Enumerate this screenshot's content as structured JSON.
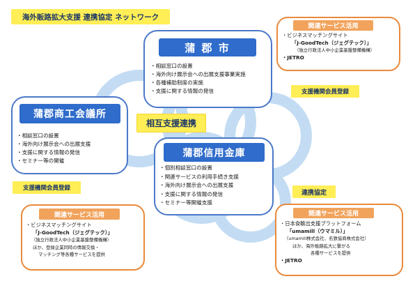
{
  "header": {
    "title": "海外販路拡大支援 連携協定 ネットワーク"
  },
  "center": {
    "label": "相互支援連携"
  },
  "city": {
    "title": "蒲 郡 市",
    "items": [
      "相談窓口の設置",
      "海外向け展示会への出展支援事業実施",
      "各種補助制度の実施",
      "支援に関する情報の発信"
    ]
  },
  "chamber": {
    "title": "蒲郡商工会議所",
    "items": [
      "相談窓口の設置",
      "海外向け展示会への出展支援",
      "支援に関する情報の発信",
      "セミナー等の開催"
    ]
  },
  "bank": {
    "title": "蒲郡信用金庫",
    "items": [
      "個別相談窓口の設置",
      "関連サービスの利用手続き支援",
      "海外向け展示会への出展支援",
      "支援に関する情報の発信",
      "セミナー等開催支援"
    ]
  },
  "labels": {
    "member_right": "支援機関会員登録",
    "member_left": "支援機関会員登録",
    "partnership": "連携協定"
  },
  "service_top_right": {
    "title": "関連サービス活用",
    "line1": "・ビジネスマッチングサイト",
    "line2": "「J-GoodTech（ジェグテック）」",
    "line3": "（独立行政法人中小企業基盤整備機構）",
    "line4": "・JETRO"
  },
  "service_bottom_left": {
    "title": "関連サービス活用",
    "line1": "・ビジネスマッチングサイト",
    "line2": "「J-GoodTech（ジェグテック）」",
    "line3": "（独立行政法人中小企業基盤整備機構）",
    "line4": "ほか、登録企業同時の情報交換・",
    "line5": "マッチング等各種サービスを提供"
  },
  "service_bottom_right": {
    "title": "関連サービス活用",
    "line1": "・日本食輸出支援プラットフォーム",
    "line2": "「umamill（ウマミル）」",
    "line3": "（umamill株式会社、名鉄協商株式会社）",
    "line4": "ほか、海外販路拡大に繋がる",
    "line5": "各種サービスを提供",
    "line6": "・JETRO"
  },
  "colors": {
    "org_blue": "#2f6ccb",
    "service_orange": "#e98a3c",
    "label_yellow": "#ffee55",
    "ring_blue": "#bcd8f2"
  }
}
